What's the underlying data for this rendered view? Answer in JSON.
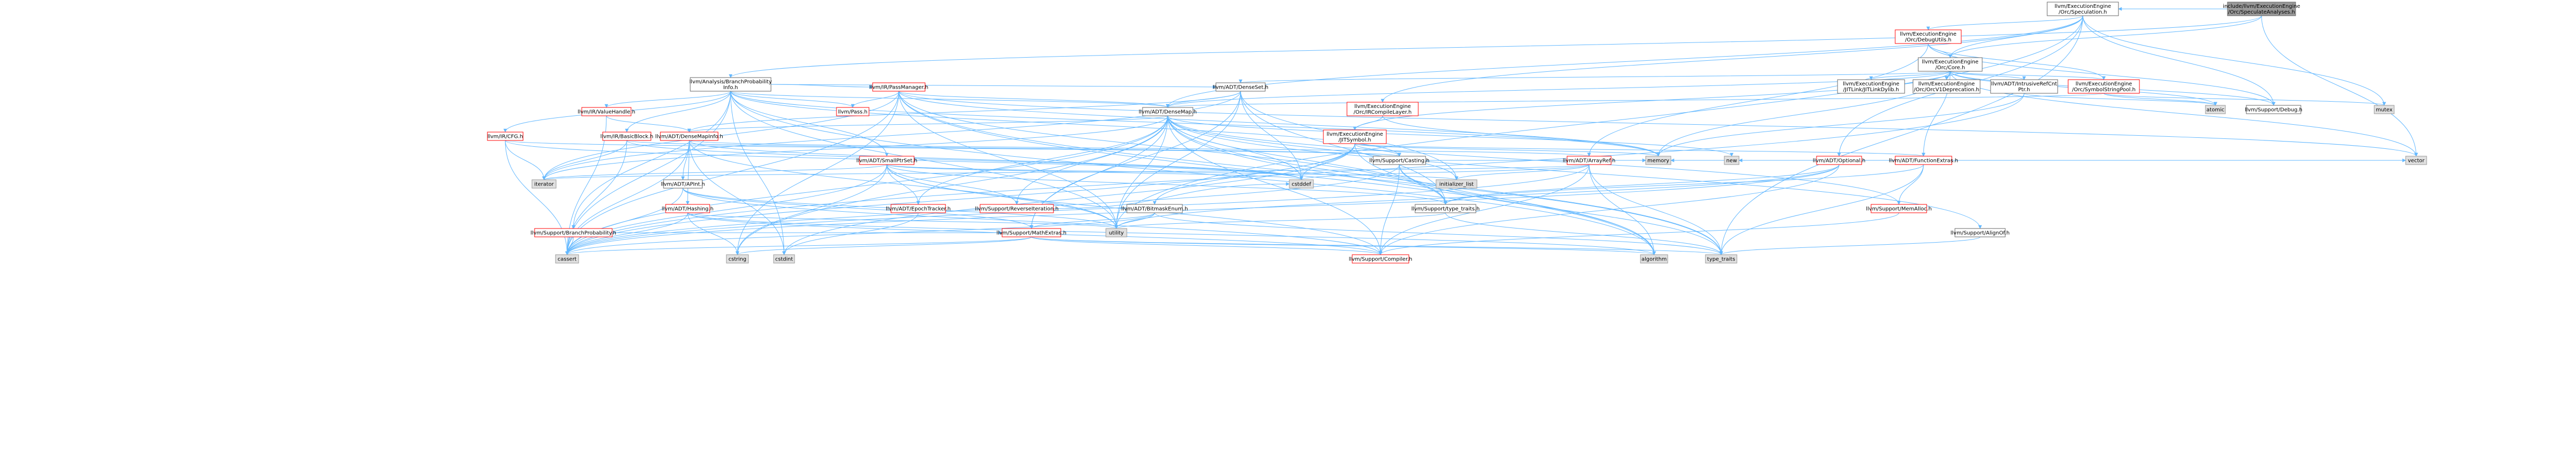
{
  "colors": {
    "edge": "#63b8ff",
    "root_fill": "#999999",
    "red_node_border": "#ff0000",
    "gray_node_fill": "#e0e0e0",
    "normal_node_border": "#666666"
  },
  "nodes": [
    {
      "id": "root",
      "lines": [
        "include/llvm/ExecutionEngine",
        "/Orc/SpeculateAnalyses.h"
      ],
      "style": "root"
    },
    {
      "id": "orc_speculation",
      "lines": [
        "llvm/ExecutionEngine",
        "/Orc/Speculation.h"
      ],
      "style": "normal"
    },
    {
      "id": "branch_prob_info",
      "lines": [
        "llvm/Analysis/BranchProbability",
        "Info.h"
      ],
      "style": "normal"
    },
    {
      "id": "orc_debugutils",
      "lines": [
        "llvm/ExecutionEngine",
        "/Orc/DebugUtils.h"
      ],
      "style": "red"
    },
    {
      "id": "orc_core",
      "lines": [
        "llvm/ExecutionEngine",
        "/Orc/Core.h"
      ],
      "style": "normal"
    },
    {
      "id": "passmanager",
      "lines": [
        "llvm/IR/PassManager.h"
      ],
      "style": "red"
    },
    {
      "id": "densemap",
      "lines": [
        "llvm/ADT/DenseMap.h"
      ],
      "style": "normal"
    },
    {
      "id": "denseset",
      "lines": [
        "llvm/ADT/DenseSet.h"
      ],
      "style": "normal"
    },
    {
      "id": "jitlink_dylib",
      "lines": [
        "llvm/ExecutionEngine",
        "/JITLink/JITLinkDylib.h"
      ],
      "style": "normal"
    },
    {
      "id": "orcv1dep",
      "lines": [
        "llvm/ExecutionEngine",
        "/Orc/OrcV1Deprecation.h"
      ],
      "style": "normal"
    },
    {
      "id": "intrusive",
      "lines": [
        "llvm/ADT/IntrusiveRefCnt",
        "Ptr.h"
      ],
      "style": "normal"
    },
    {
      "id": "symbolstringpool",
      "lines": [
        "llvm/ExecutionEngine",
        "/Orc/SymbolStringPool.h"
      ],
      "style": "red"
    },
    {
      "id": "ircompilelayer",
      "lines": [
        "llvm/ExecutionEngine",
        "/Orc/IRCompileLayer.h"
      ],
      "style": "red"
    },
    {
      "id": "valuehandle",
      "lines": [
        "llvm/IR/ValueHandle.h"
      ],
      "style": "red"
    },
    {
      "id": "pass",
      "lines": [
        "llvm/Pass.h"
      ],
      "style": "red"
    },
    {
      "id": "cfg",
      "lines": [
        "llvm/IR/CFG.h"
      ],
      "style": "red"
    },
    {
      "id": "basicblock",
      "lines": [
        "llvm/IR/BasicBlock.h"
      ],
      "style": "red"
    },
    {
      "id": "densemapinfo",
      "lines": [
        "llvm/ADT/DenseMapInfo.h"
      ],
      "style": "red"
    },
    {
      "id": "jitsymbol",
      "lines": [
        "llvm/ExecutionEngine",
        "/JITSymbol.h"
      ],
      "style": "red"
    },
    {
      "id": "smallptrset",
      "lines": [
        "llvm/ADT/SmallPtrSet.h"
      ],
      "style": "red"
    },
    {
      "id": "arrayref",
      "lines": [
        "llvm/ADT/ArrayRef.h"
      ],
      "style": "red"
    },
    {
      "id": "casting",
      "lines": [
        "llvm/Support/Casting.h"
      ],
      "style": "normal"
    },
    {
      "id": "optional",
      "lines": [
        "llvm/ADT/Optional.h"
      ],
      "style": "red"
    },
    {
      "id": "functionextras",
      "lines": [
        "llvm/ADT/FunctionExtras.h"
      ],
      "style": "red"
    },
    {
      "id": "apint",
      "lines": [
        "llvm/ADT/APInt.h"
      ],
      "style": "normal"
    },
    {
      "id": "hashing",
      "lines": [
        "llvm/ADT/Hashing.h"
      ],
      "style": "red"
    },
    {
      "id": "epochtracker",
      "lines": [
        "llvm/ADT/EpochTracker.h"
      ],
      "style": "red"
    },
    {
      "id": "reverseiteration",
      "lines": [
        "llvm/Support/ReverseIteration.h"
      ],
      "style": "red"
    },
    {
      "id": "bitmaskenum",
      "lines": [
        "llvm/ADT/BitmaskEnum.h"
      ],
      "style": "normal"
    },
    {
      "id": "typetraits_support",
      "lines": [
        "llvm/Support/type_traits.h"
      ],
      "style": "normal"
    },
    {
      "id": "memalloc",
      "lines": [
        "llvm/Support/MemAlloc.h"
      ],
      "style": "red"
    },
    {
      "id": "debug",
      "lines": [
        "llvm/Support/Debug.h"
      ],
      "style": "normal"
    },
    {
      "id": "branchprob",
      "lines": [
        "llvm/Support/BranchProbability.h"
      ],
      "style": "red"
    },
    {
      "id": "mathextras",
      "lines": [
        "llvm/Support/MathExtras.h"
      ],
      "style": "red"
    },
    {
      "id": "alignof",
      "lines": [
        "llvm/Support/AlignOf.h"
      ],
      "style": "normal"
    },
    {
      "id": "compiler",
      "lines": [
        "llvm/Support/Compiler.h"
      ],
      "style": "red"
    },
    {
      "id": "mutex",
      "lines": [
        "mutex"
      ],
      "style": "gray"
    },
    {
      "id": "atomic",
      "lines": [
        "atomic"
      ],
      "style": "gray"
    },
    {
      "id": "vector",
      "lines": [
        "vector"
      ],
      "style": "gray"
    },
    {
      "id": "memory",
      "lines": [
        "memory"
      ],
      "style": "gray"
    },
    {
      "id": "new",
      "lines": [
        "new"
      ],
      "style": "gray"
    },
    {
      "id": "initializer_list",
      "lines": [
        "initializer_list"
      ],
      "style": "gray"
    },
    {
      "id": "iterator",
      "lines": [
        "iterator"
      ],
      "style": "gray"
    },
    {
      "id": "cstddef",
      "lines": [
        "cstddef"
      ],
      "style": "gray"
    },
    {
      "id": "utility",
      "lines": [
        "utility"
      ],
      "style": "gray"
    },
    {
      "id": "cassert",
      "lines": [
        "cassert"
      ],
      "style": "gray"
    },
    {
      "id": "cstring",
      "lines": [
        "cstring"
      ],
      "style": "gray"
    },
    {
      "id": "cstdint",
      "lines": [
        "cstdint"
      ],
      "style": "gray"
    },
    {
      "id": "algorithm",
      "lines": [
        "algorithm"
      ],
      "style": "gray"
    },
    {
      "id": "type_traits",
      "lines": [
        "type_traits"
      ],
      "style": "gray"
    }
  ],
  "edges": [
    [
      "root",
      "orc_speculation"
    ],
    [
      "root",
      "branch_prob_info"
    ],
    [
      "root",
      "orc_core"
    ],
    [
      "root",
      "vector"
    ],
    [
      "orc_speculation",
      "densemap"
    ],
    [
      "orc_speculation",
      "orc_debugutils"
    ],
    [
      "orc_speculation",
      "orc_core"
    ],
    [
      "orc_speculation",
      "ircompilelayer"
    ],
    [
      "orc_speculation",
      "optional"
    ],
    [
      "orc_speculation",
      "debug"
    ],
    [
      "orc_speculation",
      "mutex"
    ],
    [
      "orc_speculation",
      "type_traits"
    ],
    [
      "orc_speculation",
      "utility"
    ],
    [
      "orc_debugutils",
      "orc_core"
    ],
    [
      "orc_debugutils",
      "symbolstringpool"
    ],
    [
      "orc_debugutils",
      "arrayref"
    ],
    [
      "orc_debugutils",
      "debug"
    ],
    [
      "orc_core",
      "densemap"
    ],
    [
      "orc_core",
      "denseset"
    ],
    [
      "orc_core",
      "functionextras"
    ],
    [
      "orc_core",
      "intrusive"
    ],
    [
      "orc_core",
      "jitlink_dylib"
    ],
    [
      "orc_core",
      "jitsymbol"
    ],
    [
      "orc_core",
      "orcv1dep"
    ],
    [
      "orc_core",
      "symbolstringpool"
    ],
    [
      "orc_core",
      "debug"
    ],
    [
      "orc_core",
      "atomic"
    ],
    [
      "orc_core",
      "memory"
    ],
    [
      "orc_core",
      "vector"
    ],
    [
      "branch_prob_info",
      "densemap"
    ],
    [
      "branch_prob_info",
      "denseset"
    ],
    [
      "branch_prob_info",
      "smallptrset"
    ],
    [
      "branch_prob_info",
      "cfg"
    ],
    [
      "branch_prob_info",
      "basicblock"
    ],
    [
      "branch_prob_info",
      "passmanager"
    ],
    [
      "branch_prob_info",
      "valuehandle"
    ],
    [
      "branch_prob_info",
      "pass"
    ],
    [
      "branch_prob_info",
      "branchprob"
    ],
    [
      "branch_prob_info",
      "casting"
    ],
    [
      "branch_prob_info",
      "algorithm"
    ],
    [
      "branch_prob_info",
      "cassert"
    ],
    [
      "branch_prob_info",
      "cstdint"
    ],
    [
      "branch_prob_info",
      "memory"
    ],
    [
      "branch_prob_info",
      "utility"
    ],
    [
      "passmanager",
      "densemap"
    ],
    [
      "passmanager",
      "pass"
    ],
    [
      "passmanager",
      "typetraits_support"
    ],
    [
      "passmanager",
      "algorithm"
    ],
    [
      "passmanager",
      "cassert"
    ],
    [
      "passmanager",
      "cstring"
    ],
    [
      "passmanager",
      "iterator"
    ],
    [
      "passmanager",
      "memory"
    ],
    [
      "passmanager",
      "type_traits"
    ],
    [
      "passmanager",
      "utility"
    ],
    [
      "passmanager",
      "vector"
    ],
    [
      "densemap",
      "densemapinfo"
    ],
    [
      "densemap",
      "epochtracker"
    ],
    [
      "densemap",
      "alignof"
    ],
    [
      "densemap",
      "compiler"
    ],
    [
      "densemap",
      "mathextras"
    ],
    [
      "densemap",
      "memalloc"
    ],
    [
      "densemap",
      "reverseiteration"
    ],
    [
      "densemap",
      "typetraits_support"
    ],
    [
      "densemap",
      "algorithm"
    ],
    [
      "densemap",
      "cassert"
    ],
    [
      "densemap",
      "cstddef"
    ],
    [
      "densemap",
      "cstring"
    ],
    [
      "densemap",
      "initializer_list"
    ],
    [
      "densemap",
      "iterator"
    ],
    [
      "densemap",
      "new"
    ],
    [
      "densemap",
      "type_traits"
    ],
    [
      "densemap",
      "utility"
    ],
    [
      "denseset",
      "densemap"
    ],
    [
      "denseset",
      "densemapinfo"
    ],
    [
      "denseset",
      "mathextras"
    ],
    [
      "denseset",
      "typetraits_support"
    ],
    [
      "denseset",
      "cstddef"
    ],
    [
      "denseset",
      "initializer_list"
    ],
    [
      "denseset",
      "iterator"
    ],
    [
      "denseset",
      "utility"
    ],
    [
      "intrusive",
      "atomic"
    ],
    [
      "intrusive",
      "cassert"
    ],
    [
      "intrusive",
      "memory"
    ],
    [
      "symbolstringpool",
      "densemap"
    ],
    [
      "symbolstringpool",
      "atomic"
    ],
    [
      "symbolstringpool",
      "mutex"
    ],
    [
      "ircompilelayer",
      "jitsymbol"
    ],
    [
      "ircompilelayer",
      "memory"
    ],
    [
      "valuehandle",
      "densemapinfo"
    ],
    [
      "valuehandle",
      "cassert"
    ],
    [
      "cfg",
      "casting"
    ],
    [
      "cfg",
      "cassert"
    ],
    [
      "cfg",
      "cstddef"
    ],
    [
      "cfg",
      "iterator"
    ],
    [
      "basicblock",
      "casting"
    ],
    [
      "basicblock",
      "cassert"
    ],
    [
      "basicblock",
      "cstddef"
    ],
    [
      "basicblock",
      "iterator"
    ],
    [
      "densemapinfo",
      "apint"
    ],
    [
      "densemapinfo",
      "hashing"
    ],
    [
      "densemapinfo",
      "arrayref"
    ],
    [
      "densemapinfo",
      "cassert"
    ],
    [
      "densemapinfo",
      "cstddef"
    ],
    [
      "densemapinfo",
      "cstdint"
    ],
    [
      "densemapinfo",
      "utility"
    ],
    [
      "jitsymbol",
      "bitmaskenum"
    ],
    [
      "jitsymbol",
      "functionextras"
    ],
    [
      "jitsymbol",
      "casting"
    ],
    [
      "jitsymbol",
      "algorithm"
    ],
    [
      "jitsymbol",
      "cassert"
    ],
    [
      "jitsymbol",
      "cstddef"
    ],
    [
      "jitsymbol",
      "cstdint"
    ],
    [
      "jitsymbol",
      "memory"
    ],
    [
      "smallptrset",
      "epochtracker"
    ],
    [
      "smallptrset",
      "compiler"
    ],
    [
      "smallptrset",
      "reverseiteration"
    ],
    [
      "smallptrset",
      "typetraits_support"
    ],
    [
      "smallptrset",
      "cassert"
    ],
    [
      "smallptrset",
      "cstddef"
    ],
    [
      "smallptrset",
      "cstring"
    ],
    [
      "smallptrset",
      "initializer_list"
    ],
    [
      "smallptrset",
      "iterator"
    ],
    [
      "smallptrset",
      "utility"
    ],
    [
      "arrayref",
      "compiler"
    ],
    [
      "arrayref",
      "algorithm"
    ],
    [
      "arrayref",
      "cassert"
    ],
    [
      "arrayref",
      "cstddef"
    ],
    [
      "arrayref",
      "initializer_list"
    ],
    [
      "arrayref",
      "iterator"
    ],
    [
      "arrayref",
      "memory"
    ],
    [
      "arrayref",
      "type_traits"
    ],
    [
      "arrayref",
      "vector"
    ],
    [
      "casting",
      "compiler"
    ],
    [
      "casting",
      "typetraits_support"
    ],
    [
      "casting",
      "cassert"
    ],
    [
      "casting",
      "memory"
    ],
    [
      "casting",
      "type_traits"
    ],
    [
      "optional",
      "compiler"
    ],
    [
      "optional",
      "typetraits_support"
    ],
    [
      "optional",
      "cassert"
    ],
    [
      "optional",
      "new"
    ],
    [
      "optional",
      "utility"
    ],
    [
      "functionextras",
      "memalloc"
    ],
    [
      "functionextras",
      "typetraits_support"
    ],
    [
      "functionextras",
      "memory"
    ],
    [
      "functionextras",
      "type_traits"
    ],
    [
      "apint",
      "compiler"
    ],
    [
      "apint",
      "mathextras"
    ],
    [
      "apint",
      "cassert"
    ],
    [
      "apint",
      "utility"
    ],
    [
      "hashing",
      "compiler"
    ],
    [
      "hashing",
      "cstring"
    ],
    [
      "hashing",
      "cassert"
    ],
    [
      "hashing",
      "algorithm"
    ],
    [
      "hashing",
      "utility"
    ],
    [
      "epochtracker",
      "cstdint"
    ],
    [
      "reverseiteration",
      "cstddef"
    ],
    [
      "bitmaskenum",
      "mathextras"
    ],
    [
      "bitmaskenum",
      "cassert"
    ],
    [
      "bitmaskenum",
      "type_traits"
    ],
    [
      "bitmaskenum",
      "utility"
    ],
    [
      "typetraits_support",
      "type_traits"
    ],
    [
      "typetraits_support",
      "utility"
    ],
    [
      "memalloc",
      "compiler"
    ],
    [
      "branchprob",
      "mathextras"
    ],
    [
      "branchprob",
      "cassert"
    ],
    [
      "mathextras",
      "compiler"
    ],
    [
      "mathextras",
      "algorithm"
    ],
    [
      "mathextras",
      "cassert"
    ],
    [
      "mathextras",
      "cstring"
    ],
    [
      "mathextras",
      "type_traits"
    ],
    [
      "alignof",
      "type_traits"
    ]
  ]
}
